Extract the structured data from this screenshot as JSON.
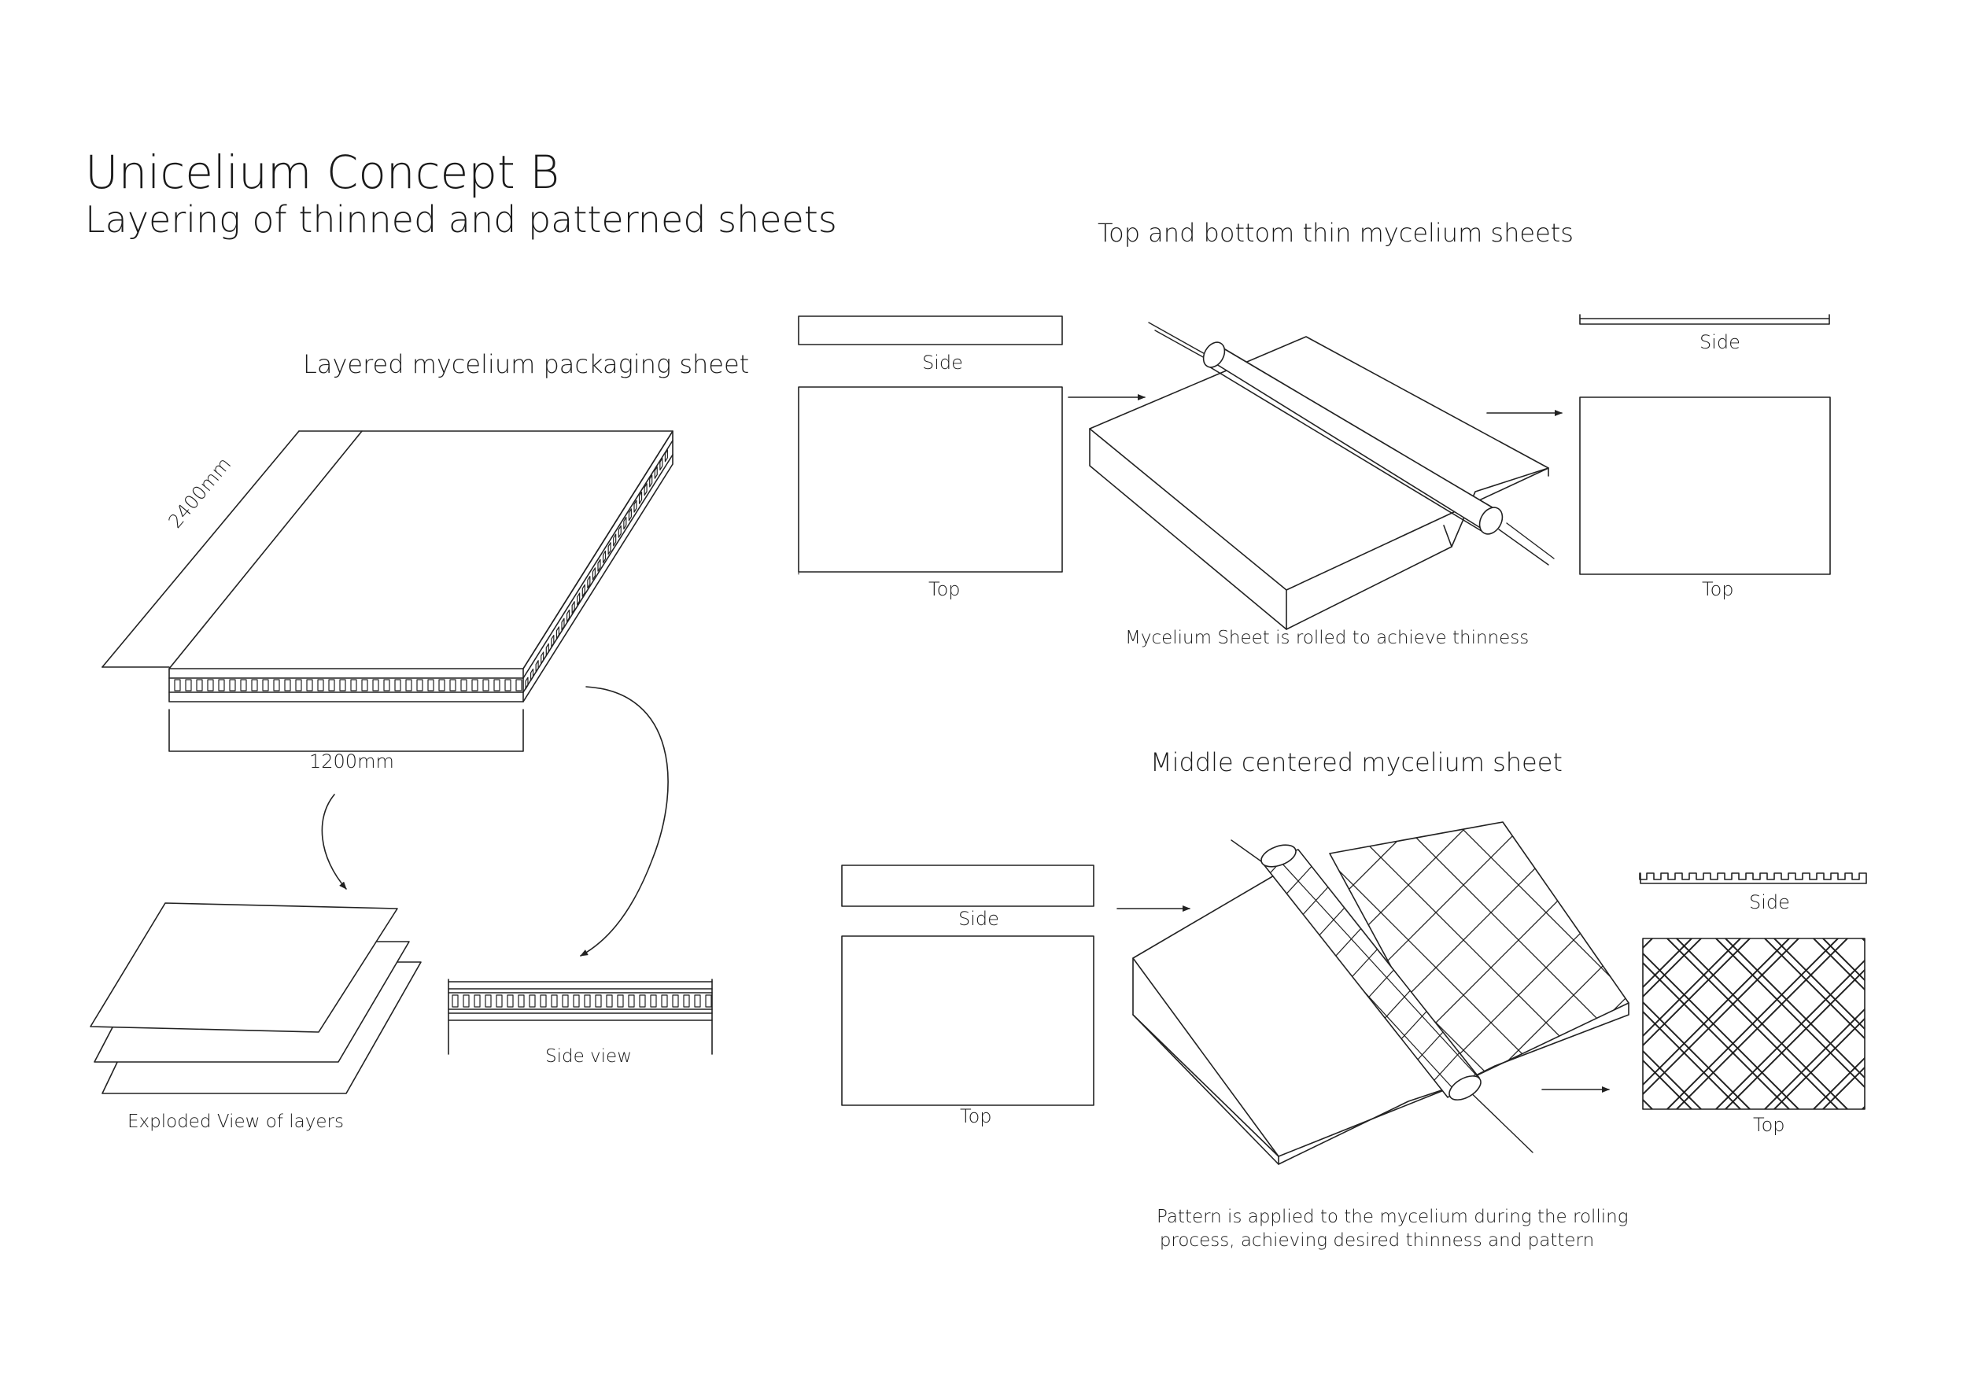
{
  "title": "Unicelium Concept B",
  "subtitle": "Layering of thinned and patterned sheets",
  "left": {
    "heading": "Layered mycelium packaging sheet",
    "dim_length": "2400mm",
    "dim_width": "1200mm",
    "exploded_caption": "Exploded View of layers",
    "side_view_caption": "Side view"
  },
  "top_section": {
    "heading": "Top and bottom thin mycelium sheets",
    "before_side": "Side",
    "before_top": "Top",
    "after_side": "Side",
    "after_top": "Top",
    "caption": "Mycelium Sheet is rolled to achieve thinness"
  },
  "middle_section": {
    "heading": "Middle centered mycelium sheet",
    "before_side": "Side",
    "before_top": "Top",
    "after_side": "Side",
    "after_top": "Top",
    "caption_line1": "Pattern is applied to the mycelium during the rolling",
    "caption_line2": "process, achieving desired thinness and pattern"
  }
}
